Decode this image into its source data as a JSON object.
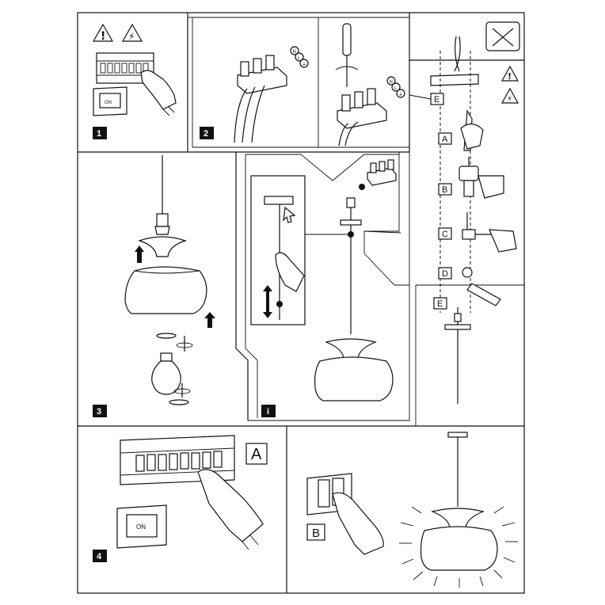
{
  "panels": {
    "p1": {
      "step": "1"
    },
    "p2": {
      "step": "2"
    },
    "p3": {
      "step": "3"
    },
    "pi": {
      "step": "i"
    },
    "p4": {
      "step": "4"
    }
  },
  "warning_icons": {
    "general": "!",
    "electric": "⚡"
  },
  "tool_labels": [
    "A",
    "B",
    "C",
    "D",
    "E",
    "E"
  ],
  "switch_labels": {
    "breaker": "A",
    "wall_switch": "B"
  },
  "wire_marks": [
    "N",
    "L",
    "⏚"
  ],
  "switch_on_text": "ON",
  "icons": [
    "warning-icon",
    "electric-hazard-icon",
    "breaker-box-icon",
    "hand-icon",
    "screwdriver-icon",
    "drill-icon",
    "hammer-icon",
    "wrench-icon",
    "light-bulb-icon",
    "arrow-up-icon",
    "rotate-icon",
    "no-tools-icon"
  ]
}
